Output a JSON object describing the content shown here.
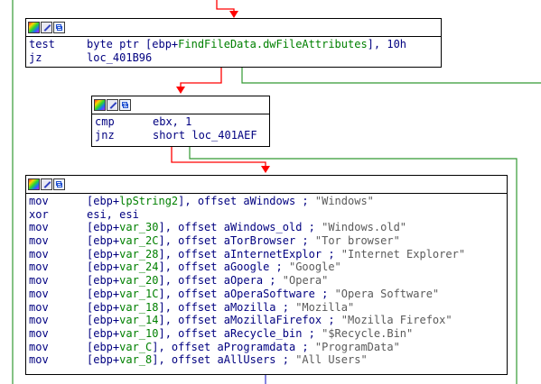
{
  "colors": {
    "background": "#ffffff",
    "text": "#000080",
    "identifier": "#008000",
    "comment": "#5a5a5a",
    "edge_taken": "#ff0000",
    "edge_not_taken": "#339933",
    "edge_back": "#3333cc"
  },
  "icons": [
    "color-icon",
    "edit-icon",
    "graph-icon"
  ],
  "blocks": [
    {
      "lines": [
        [
          {
            "t": "test"
          },
          {
            "t": "byte ptr [ebp+"
          },
          {
            "t": "FindFileData.dwFileAttributes",
            "c": "green"
          },
          {
            "t": "], 10h"
          }
        ],
        [
          {
            "t": "jz"
          },
          {
            "t": "loc_401B96"
          }
        ]
      ]
    },
    {
      "lines": [
        [
          {
            "t": "cmp"
          },
          {
            "t": "ebx, 1"
          }
        ],
        [
          {
            "t": "jnz"
          },
          {
            "t": "short loc_401AEF"
          }
        ]
      ]
    },
    {
      "lines": [
        [
          {
            "t": "mov"
          },
          {
            "t": "[ebp+"
          },
          {
            "t": "lpString2",
            "c": "green"
          },
          {
            "t": "], offset aWindows ; "
          },
          {
            "t": "\"Windows\"",
            "c": "gray"
          }
        ],
        [
          {
            "t": "xor"
          },
          {
            "t": "esi, esi"
          }
        ],
        [
          {
            "t": "mov"
          },
          {
            "t": "[ebp+"
          },
          {
            "t": "var_30",
            "c": "green"
          },
          {
            "t": "], offset aWindows_old ; "
          },
          {
            "t": "\"Windows.old\"",
            "c": "gray"
          }
        ],
        [
          {
            "t": "mov"
          },
          {
            "t": "[ebp+"
          },
          {
            "t": "var_2C",
            "c": "green"
          },
          {
            "t": "], offset aTorBrowser ; "
          },
          {
            "t": "\"Tor browser\"",
            "c": "gray"
          }
        ],
        [
          {
            "t": "mov"
          },
          {
            "t": "[ebp+"
          },
          {
            "t": "var_28",
            "c": "green"
          },
          {
            "t": "], offset aInternetExplor ; "
          },
          {
            "t": "\"Internet Explorer\"",
            "c": "gray"
          }
        ],
        [
          {
            "t": "mov"
          },
          {
            "t": "[ebp+"
          },
          {
            "t": "var_24",
            "c": "green"
          },
          {
            "t": "], offset aGoogle ; "
          },
          {
            "t": "\"Google\"",
            "c": "gray"
          }
        ],
        [
          {
            "t": "mov"
          },
          {
            "t": "[ebp+"
          },
          {
            "t": "var_20",
            "c": "green"
          },
          {
            "t": "], offset aOpera ; "
          },
          {
            "t": "\"Opera\"",
            "c": "gray"
          }
        ],
        [
          {
            "t": "mov"
          },
          {
            "t": "[ebp+"
          },
          {
            "t": "var_1C",
            "c": "green"
          },
          {
            "t": "], offset aOperaSoftware ; "
          },
          {
            "t": "\"Opera Software\"",
            "c": "gray"
          }
        ],
        [
          {
            "t": "mov"
          },
          {
            "t": "[ebp+"
          },
          {
            "t": "var_18",
            "c": "green"
          },
          {
            "t": "], offset aMozilla ; "
          },
          {
            "t": "\"Mozilla\"",
            "c": "gray"
          }
        ],
        [
          {
            "t": "mov"
          },
          {
            "t": "[ebp+"
          },
          {
            "t": "var_14",
            "c": "green"
          },
          {
            "t": "], offset aMozillaFirefox ; "
          },
          {
            "t": "\"Mozilla Firefox\"",
            "c": "gray"
          }
        ],
        [
          {
            "t": "mov"
          },
          {
            "t": "[ebp+"
          },
          {
            "t": "var_10",
            "c": "green"
          },
          {
            "t": "], offset aRecycle_bin ; "
          },
          {
            "t": "\"$Recycle.Bin\"",
            "c": "gray"
          }
        ],
        [
          {
            "t": "mov"
          },
          {
            "t": "[ebp+"
          },
          {
            "t": "var_C",
            "c": "green"
          },
          {
            "t": "], offset aProgramdata ; "
          },
          {
            "t": "\"ProgramData\"",
            "c": "gray"
          }
        ],
        [
          {
            "t": "mov"
          },
          {
            "t": "[ebp+"
          },
          {
            "t": "var_8",
            "c": "green"
          },
          {
            "t": "], offset aAllUsers ; "
          },
          {
            "t": "\"All Users\"",
            "c": "gray"
          }
        ]
      ]
    }
  ]
}
